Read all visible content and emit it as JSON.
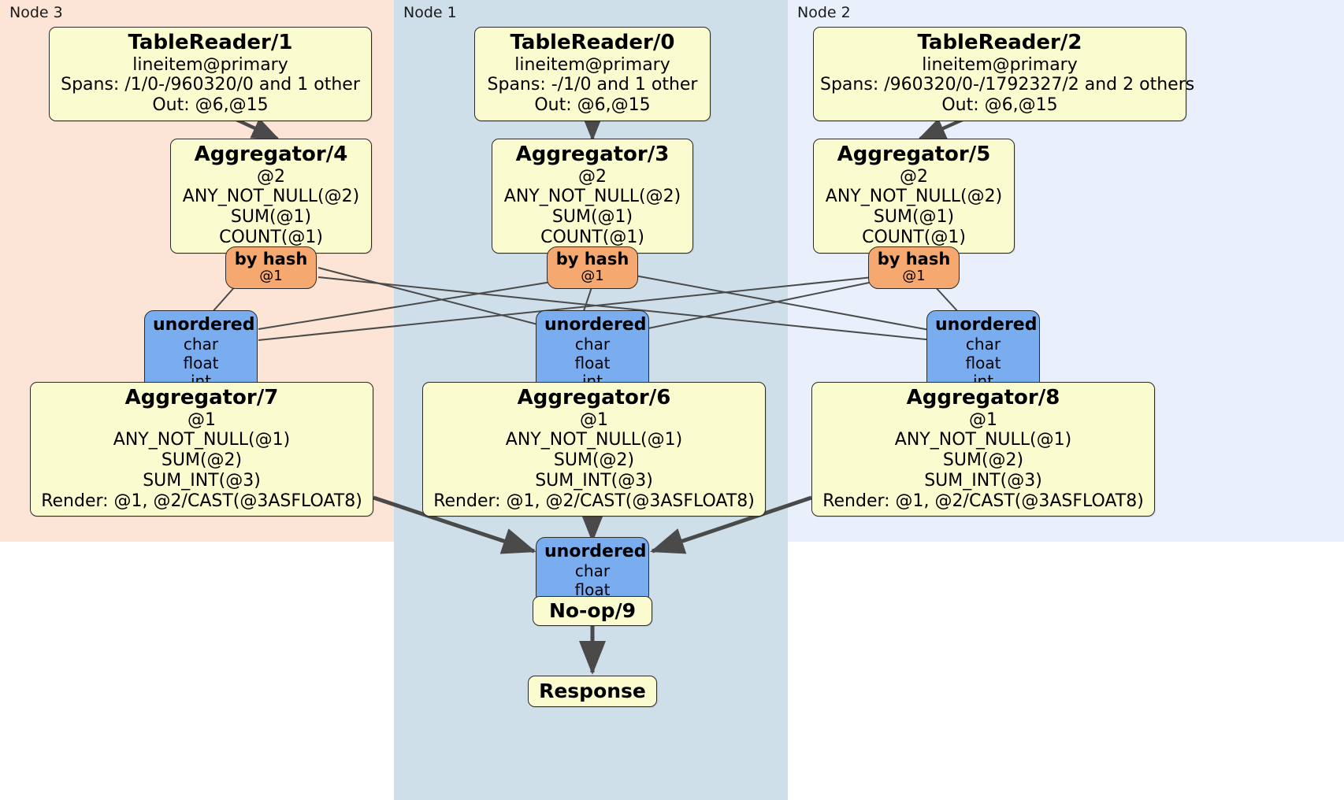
{
  "diagram": {
    "title": "Distributed query plan",
    "colors": {
      "node3_panel": "#fce4d6",
      "node1_panel": "#cfdfea",
      "node2_panel": "#eaf0fb",
      "processor_fill": "#fbfbd0",
      "router_fill": "#f5a870",
      "sync_fill": "#7aadf0",
      "border": "#2b2b2b",
      "edge_thin": "#4a4a4a",
      "edge_thick": "#4a4a4a"
    }
  },
  "panels": [
    {
      "id": "node3",
      "label": "Node 3"
    },
    {
      "id": "node1",
      "label": "Node 1"
    },
    {
      "id": "node2",
      "label": "Node 2"
    }
  ],
  "processors": {
    "table_reader_1": {
      "title": "TableReader/1",
      "lines": [
        "lineitem@primary",
        "Spans: /1/0-/960320/0 and 1 other",
        "Out: @6,@15"
      ]
    },
    "table_reader_0": {
      "title": "TableReader/0",
      "lines": [
        "lineitem@primary",
        "Spans: -/1/0 and 1 other",
        "Out: @6,@15"
      ]
    },
    "table_reader_2": {
      "title": "TableReader/2",
      "lines": [
        "lineitem@primary",
        "Spans: /960320/0-/1792327/2 and 2 others",
        "Out: @6,@15"
      ]
    },
    "aggregator_4": {
      "title": "Aggregator/4",
      "lines": [
        "@2",
        "ANY_NOT_NULL(@2)",
        "SUM(@1)",
        "COUNT(@1)"
      ]
    },
    "aggregator_3": {
      "title": "Aggregator/3",
      "lines": [
        "@2",
        "ANY_NOT_NULL(@2)",
        "SUM(@1)",
        "COUNT(@1)"
      ]
    },
    "aggregator_5": {
      "title": "Aggregator/5",
      "lines": [
        "@2",
        "ANY_NOT_NULL(@2)",
        "SUM(@1)",
        "COUNT(@1)"
      ]
    },
    "aggregator_7": {
      "title": "Aggregator/7",
      "lines": [
        "@1",
        "ANY_NOT_NULL(@1)",
        "SUM(@2)",
        "SUM_INT(@3)",
        "Render: @1, @2/CAST(@3ASFLOAT8)"
      ]
    },
    "aggregator_6": {
      "title": "Aggregator/6",
      "lines": [
        "@1",
        "ANY_NOT_NULL(@1)",
        "SUM(@2)",
        "SUM_INT(@3)",
        "Render: @1, @2/CAST(@3ASFLOAT8)"
      ]
    },
    "aggregator_8": {
      "title": "Aggregator/8",
      "lines": [
        "@1",
        "ANY_NOT_NULL(@1)",
        "SUM(@2)",
        "SUM_INT(@3)",
        "Render: @1, @2/CAST(@3ASFLOAT8)"
      ]
    },
    "noop_9": {
      "title": "No-op/9",
      "lines": []
    },
    "response": {
      "title": "Response",
      "lines": []
    }
  },
  "routers": {
    "by_hash_4": {
      "title": "by hash",
      "lines": [
        "@1"
      ]
    },
    "by_hash_3": {
      "title": "by hash",
      "lines": [
        "@1"
      ]
    },
    "by_hash_5": {
      "title": "by hash",
      "lines": [
        "@1"
      ]
    }
  },
  "synchronizers": {
    "unordered_7": {
      "title": "unordered",
      "lines": [
        "char",
        "float",
        "int"
      ]
    },
    "unordered_6": {
      "title": "unordered",
      "lines": [
        "char",
        "float",
        "int"
      ]
    },
    "unordered_8": {
      "title": "unordered",
      "lines": [
        "char",
        "float",
        "int"
      ]
    },
    "unordered_final": {
      "title": "unordered",
      "lines": [
        "char",
        "float"
      ]
    }
  }
}
